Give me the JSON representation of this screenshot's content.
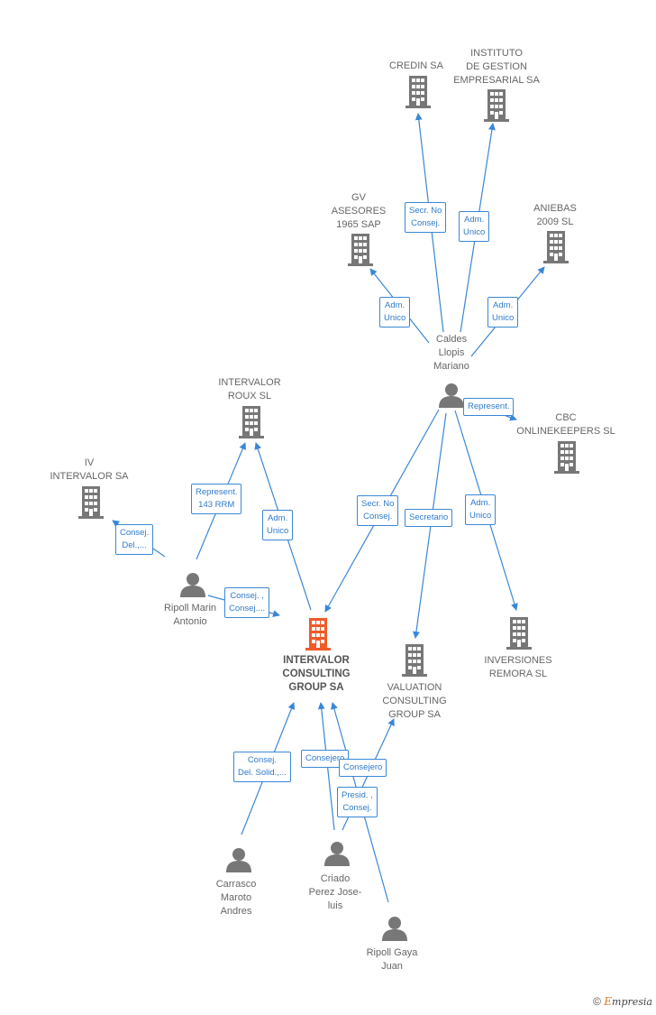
{
  "nodes": {
    "credin": {
      "label": "CREDIN SA",
      "kind": "company"
    },
    "instituto": {
      "label": "INSTITUTO\nDE GESTION\nEMPRESARIAL SA",
      "kind": "company"
    },
    "gv": {
      "label": "GV\nASESORES\n1965 SAP",
      "kind": "company"
    },
    "aniebas": {
      "label": "ANIEBAS\n2009 SL",
      "kind": "company"
    },
    "caldes": {
      "label": "Caldes\nLlopis\nMariano",
      "kind": "person"
    },
    "cbc": {
      "label": "CBC\nONLINEKEEPERS SL",
      "kind": "company"
    },
    "roux": {
      "label": "INTERVALOR\nROUX SL",
      "kind": "company"
    },
    "iv": {
      "label": "IV\nINTERVALOR SA",
      "kind": "company"
    },
    "ripoll_marin": {
      "label": "Ripoll Marin\nAntonio",
      "kind": "person"
    },
    "main": {
      "label": "INTERVALOR\nCONSULTING\nGROUP SA",
      "kind": "main"
    },
    "valuation": {
      "label": "VALUATION\nCONSULTING\nGROUP SA",
      "kind": "company"
    },
    "inversiones": {
      "label": "INVERSIONES\nREMORA SL",
      "kind": "company"
    },
    "carrasco": {
      "label": "Carrasco\nMaroto\nAndres",
      "kind": "person"
    },
    "criado": {
      "label": "Criado\nPerez Jose-\nluis",
      "kind": "person"
    },
    "ripoll_gaya": {
      "label": "Ripoll Gaya\nJuan",
      "kind": "person"
    }
  },
  "edges": [
    {
      "label": "Secr.  No\nConsej.",
      "from": "caldes",
      "to": "credin"
    },
    {
      "label": "Adm.\nUnico",
      "from": "caldes",
      "to": "instituto"
    },
    {
      "label": "Adm.\nUnico",
      "from": "caldes",
      "to": "gv"
    },
    {
      "label": "Adm.\nUnico",
      "from": "caldes",
      "to": "aniebas"
    },
    {
      "label": "Represent.",
      "from": "caldes",
      "to": "cbc"
    },
    {
      "label": "Secr.  No\nConsej.",
      "from": "caldes",
      "to": "main"
    },
    {
      "label": "Secretario",
      "from": "caldes",
      "to": "valuation"
    },
    {
      "label": "Adm.\nUnico",
      "from": "caldes",
      "to": "inversiones"
    },
    {
      "label": "Represent.\n143 RRM",
      "from": "ripoll_marin",
      "to": "roux"
    },
    {
      "label": "Consej.\nDel.,...",
      "from": "ripoll_marin",
      "to": "iv"
    },
    {
      "label": "Consej. ,\nConsej....",
      "from": "ripoll_marin",
      "to": "main"
    },
    {
      "label": "Adm.\nUnico",
      "from": "main",
      "to": "roux"
    },
    {
      "label": "Consej.\nDel. Solid.,...",
      "from": "carrasco",
      "to": "main"
    },
    {
      "label": "Consejero",
      "from": "criado",
      "to": "main"
    },
    {
      "label": "Consejero",
      "from": "criado",
      "to": "valuation"
    },
    {
      "label": "Presid. ,\nConsej.",
      "from": "ripoll_gaya",
      "to": "main"
    }
  ],
  "colors": {
    "edge": "#3a87d6",
    "icon": "#777777",
    "main_icon": "#f05a28"
  },
  "footer": {
    "copyright": "©",
    "brand_e": "E",
    "brand_rest": "mpresia"
  }
}
